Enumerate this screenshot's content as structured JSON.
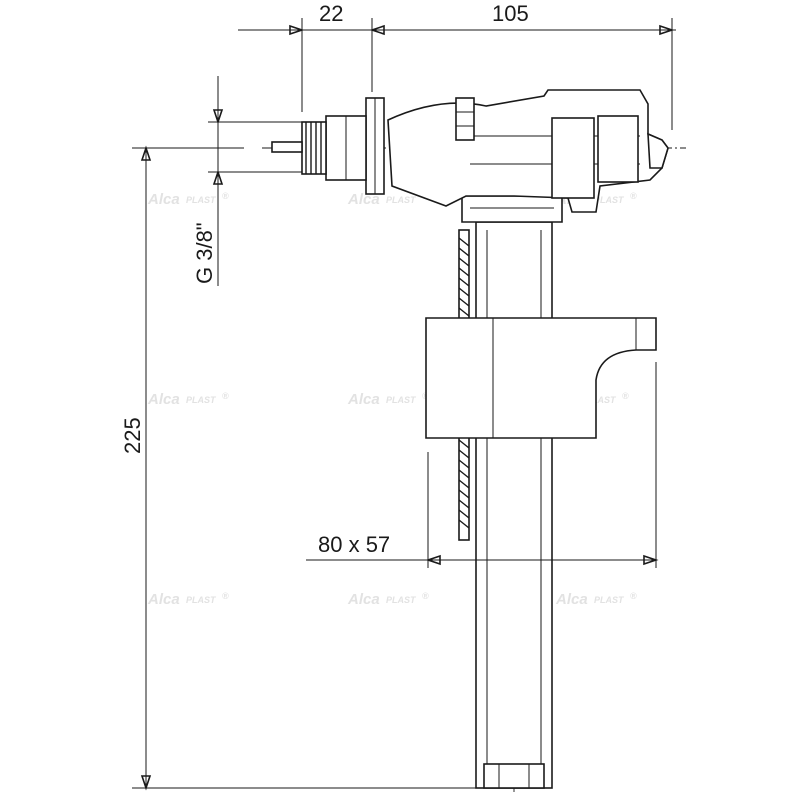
{
  "dimensions": {
    "nozzle_length": "22",
    "body_length": "105",
    "thread": "G 3/8\"",
    "height": "225",
    "float_size": "80 x 57"
  },
  "watermark": {
    "brand": "Alca",
    "brand_suffix": "PLAST",
    "mark": "®"
  },
  "colors": {
    "line": "#1a1a1a",
    "background": "#ffffff",
    "watermark": "#cfcfcf"
  }
}
